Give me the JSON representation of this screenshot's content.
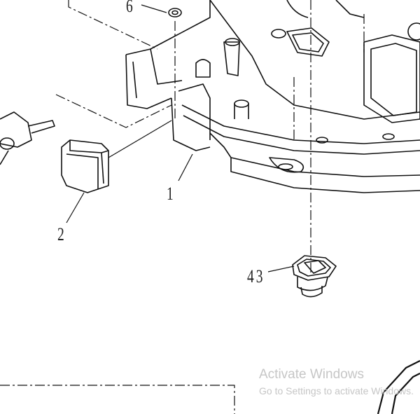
{
  "callouts": {
    "part_6": "6",
    "part_1": "1",
    "part_2": "2",
    "part_43": "43"
  },
  "watermark": {
    "title": "Activate Windows",
    "subtitle": "Go to Settings to activate Windows."
  }
}
